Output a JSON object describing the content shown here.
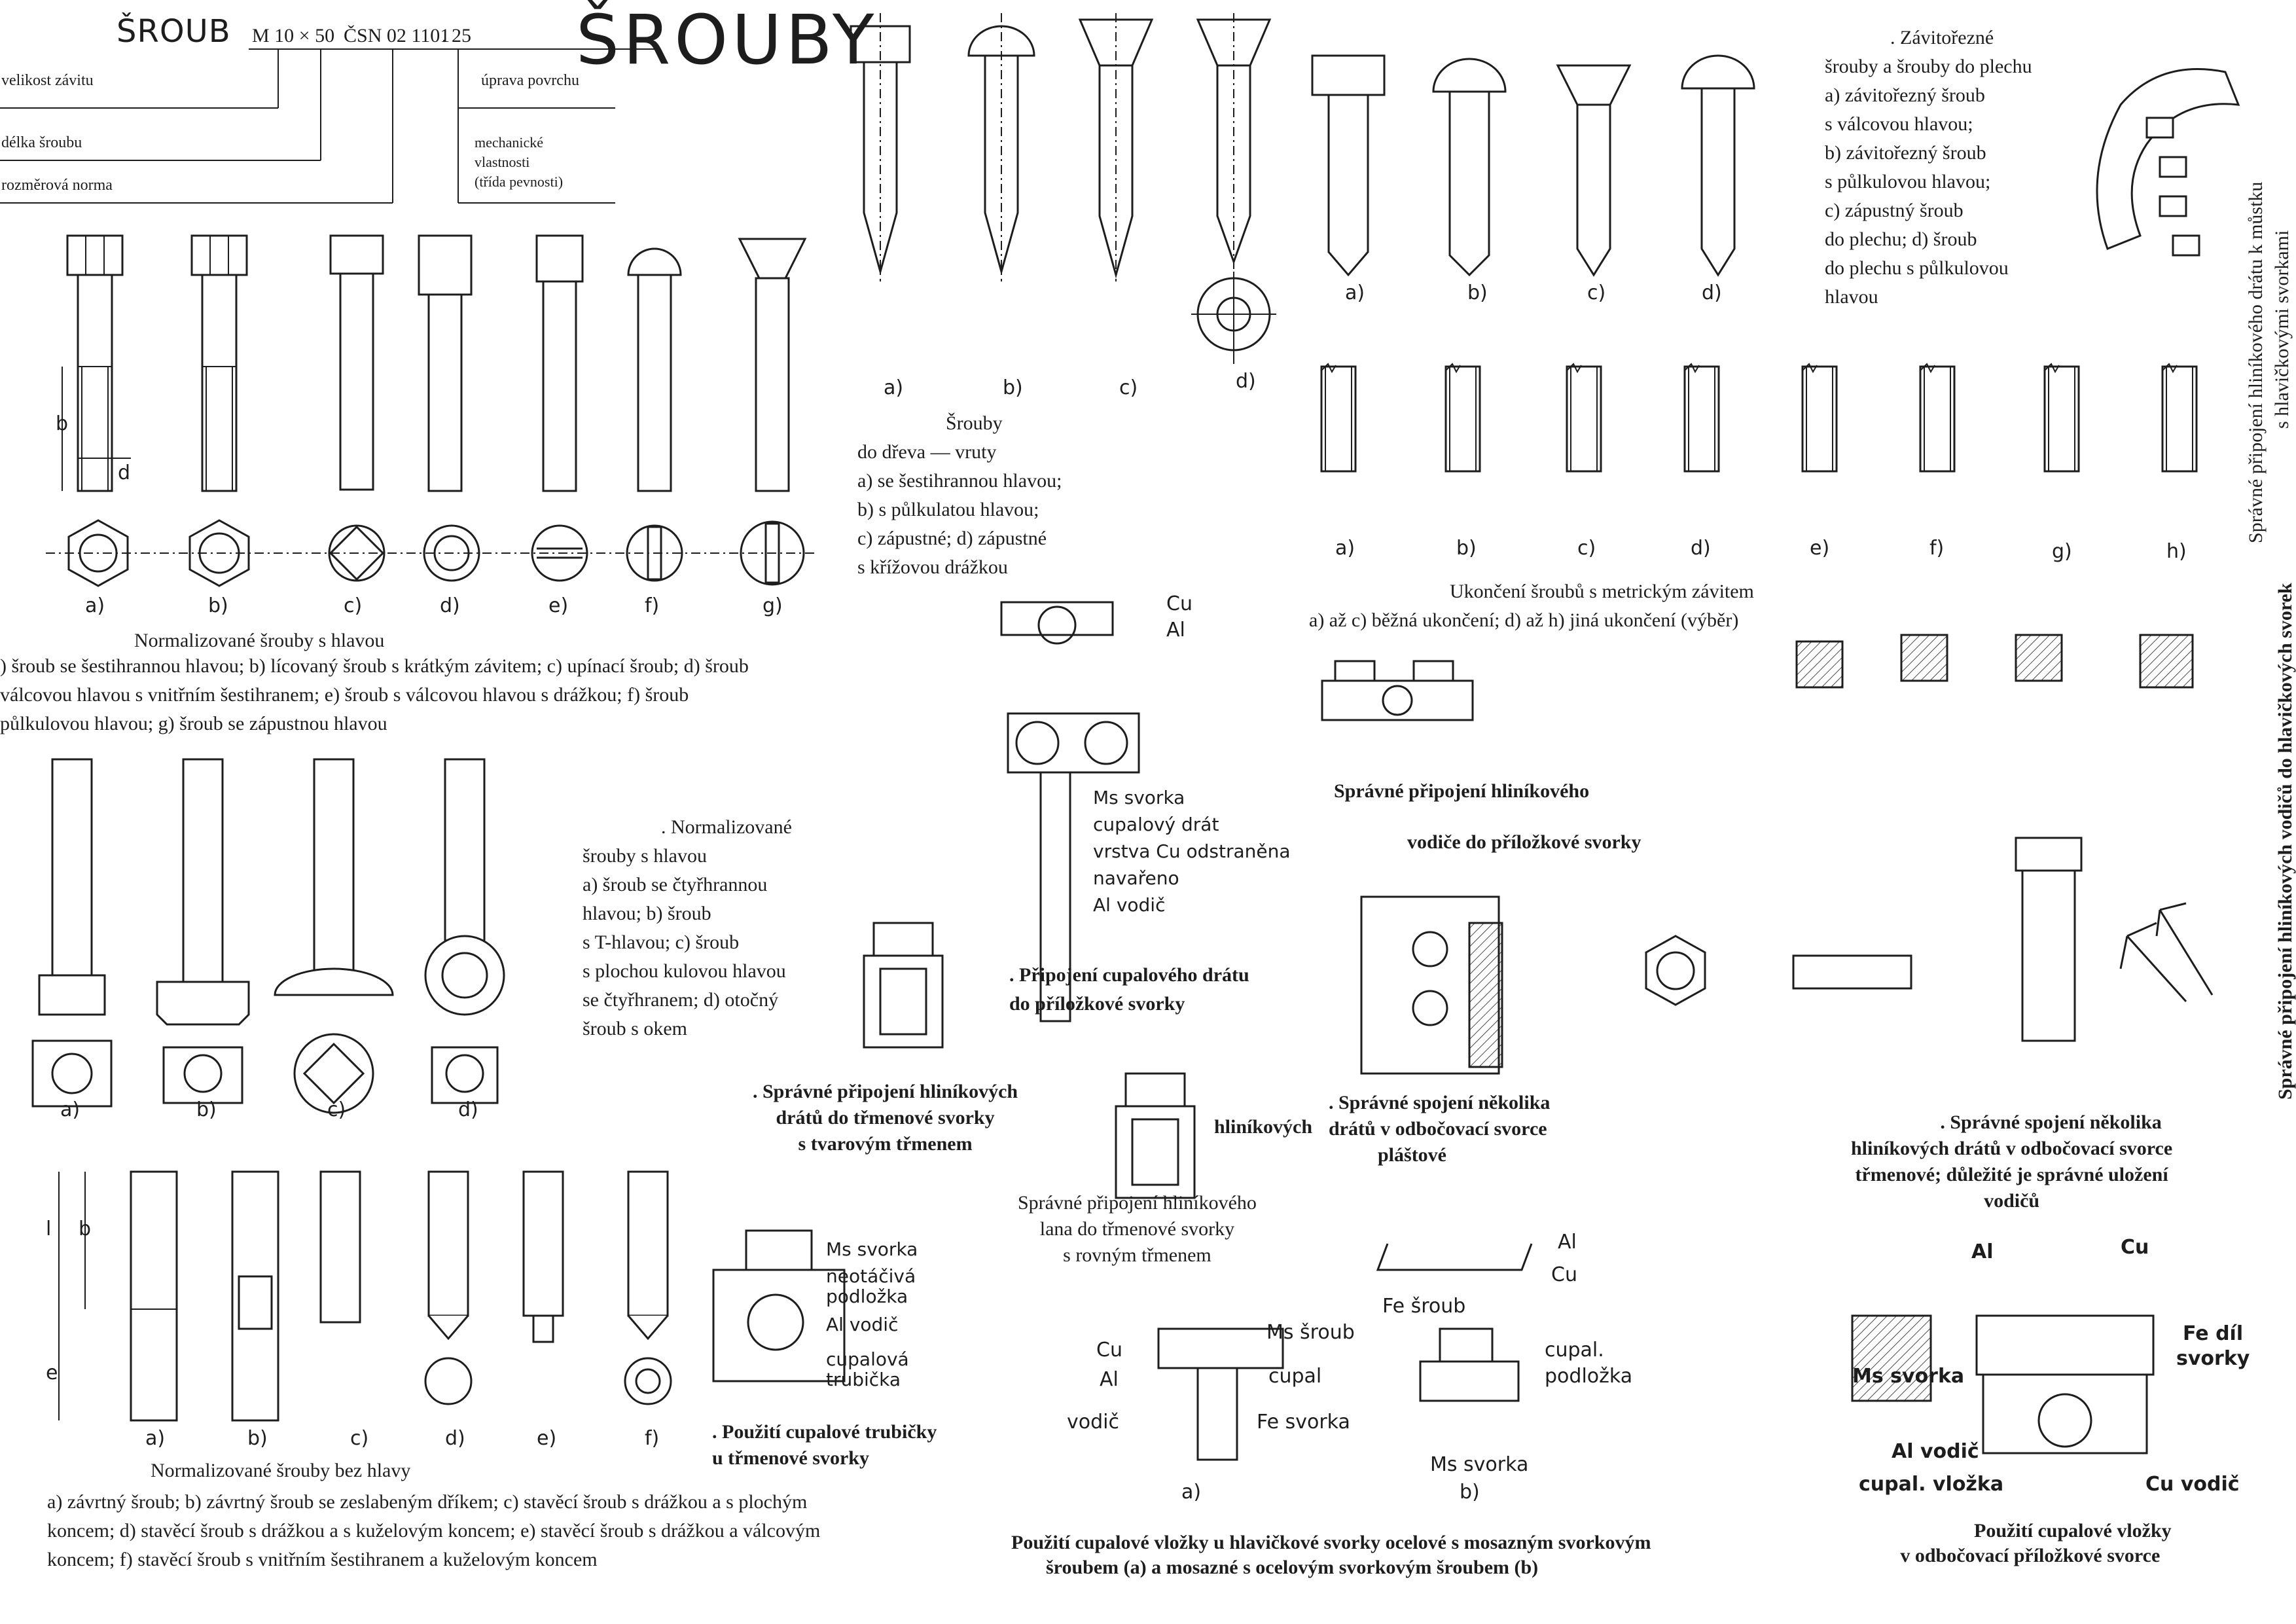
{
  "title": "ŠROUBY",
  "designation": {
    "word": "ŠROUB",
    "size": "M 10 × 50",
    "standard": "ČSN 02 1101",
    "class": ". 25",
    "labels": {
      "thread": "velikost závitu",
      "length": "délka šroubu",
      "norm": "rozměrová norma",
      "surface": "úprava povrchu",
      "mech1": "mechanické",
      "mech2": "vlastnosti",
      "mech3": "(třída pevnosti)"
    }
  },
  "letters": {
    "a": "a)",
    "b": "b)",
    "c": "c)",
    "d": "d)",
    "e": "e)",
    "f": "f)",
    "g": "g)",
    "h": "h)"
  },
  "dims": {
    "b": "b",
    "d": "d",
    "l": "l",
    "e": "e"
  },
  "headed_bolts": {
    "title": "Normalizované šrouby s hlavou",
    "lines": [
      ") šroub se šestihrannou hlavou; b) lícovaný šroub s krátkým závitem; c) upínací šroub; d) šroub",
      " válcovou hlavou s vnitřním šestihranem; e) šroub s válcovou hlavou s drážkou; f) šroub",
      "půlkulovou hlavou; g) šroub se zápustnou hlavou"
    ]
  },
  "wood_screws": {
    "lines": [
      "Šrouby",
      "do dřeva — vruty",
      "a) se šestihrannou hlavou;",
      "b) s půlkulatou hlavou;",
      "c) zápustné; d) zápustné",
      "s křížovou drážkou"
    ]
  },
  "tapping_screws": {
    "lines": [
      ". Závitořezné",
      "šrouby a šrouby do plechu",
      "a) závitořezný šroub",
      "s válcovou hlavou;",
      "b) závitořezný šroub",
      "s půlkulovou hlavou;",
      "c) zápustný šroub",
      "do plechu; d) šroub",
      "do plechu s půlkulovou",
      "hlavou"
    ]
  },
  "thread_ends": {
    "lines": [
      "Ukončení šroubů s metrickým závitem",
      "a) až c) běžná ukončení; d) až h) jiná ukončení (výběr)"
    ]
  },
  "headed_bolts2": {
    "lines": [
      ". Normalizované",
      "šrouby s hlavou",
      "a) šroub se čtyřhrannou",
      "hlavou; b) šroub",
      "s T-hlavou; c) šroub",
      "s plochou kulovou hlavou",
      "se čtyřhranem; d) otočný",
      "šroub s okem"
    ]
  },
  "headless": {
    "title": "Normalizované šrouby bez hlavy",
    "lines": [
      "a) závrtný šroub; b) závrtný šroub se zeslabeným dříkem; c) stavěcí šroub s drážkou a s plochým",
      "koncem; d) stavěcí šroub s drážkou a s kuželovým koncem; e) stavěcí šroub s drážkou a válcovým",
      "koncem; f) stavěcí šroub s vnitřním šestihranem a kuželovým koncem"
    ]
  },
  "cupal_wire": {
    "cu": "Cu",
    "al": "Al",
    "callouts": [
      "Ms svorka",
      "cupalový drát",
      "vrstva Cu odstraněna",
      "navařeno",
      "Al vodič"
    ],
    "caption": [
      ". Připojení cupalového drátu",
      "do příložkové svorky"
    ]
  },
  "stirrup_shaped": {
    "caption": [
      ". Správné připojení hliníkových",
      "drátů do třmenové svorky",
      "s tvarovým třmenem"
    ]
  },
  "rope_clamp": {
    "caption": [
      "Správné připojení hliníkového",
      "lana do třmenové svorky",
      "s rovným třmenem"
    ]
  },
  "plate_clamp": {
    "caption": [
      "Správné připojení hliníkového",
      "vodiče do příložkové svorky"
    ]
  },
  "branch_sheath": {
    "lead": "hliníkových",
    "caption": [
      ". Správné spojení několika",
      "drátů v odbočovací svorce",
      "pláštové"
    ]
  },
  "branch_stirrup": {
    "caption": [
      ". Správné spojení několika",
      "hliníkových drátů v odbočovací svorce",
      "třmenové; důležité je správné uložení",
      "vodičů"
    ]
  },
  "cupal_tube": {
    "callouts": [
      "Ms svorka",
      "neotáčivá",
      "podložka",
      "Al vodič",
      "cupalová",
      "trubička"
    ],
    "caption": [
      ". Použití cupalové trubičky",
      "u třmenové svorky"
    ]
  },
  "cupal_insert": {
    "a_callouts": [
      "Cu",
      "Al",
      "vodič",
      "Ms šroub",
      "cupal",
      "Fe svorka"
    ],
    "b_callouts": [
      "Al",
      "Cu",
      "Fe šroub",
      "cupal.",
      "podložka",
      "Ms svorka"
    ],
    "caption": [
      "Použití cupalové vložky u hlavičkové svorky ocelové s mosazným svorkovým",
      "šroubem (a) a mosazné s ocelovým svorkovým šroubem (b)"
    ]
  },
  "cupal_branch": {
    "callouts": [
      "Al",
      "Cu",
      "Fe díl",
      "svorky",
      "Ms svorka",
      "Al vodič",
      "cupal. vložka",
      "Cu vodič"
    ],
    "caption": [
      "Použití cupalové vložky",
      "v odbočovací příložkové svorce"
    ]
  },
  "vertical": {
    "line1": "Správné připojení hliníkového drátu k můstku",
    "line2": "s hlavičkovými svorkami",
    "line3": "Správné připojení hliníkových vodičů do hlavičkových svorek"
  }
}
